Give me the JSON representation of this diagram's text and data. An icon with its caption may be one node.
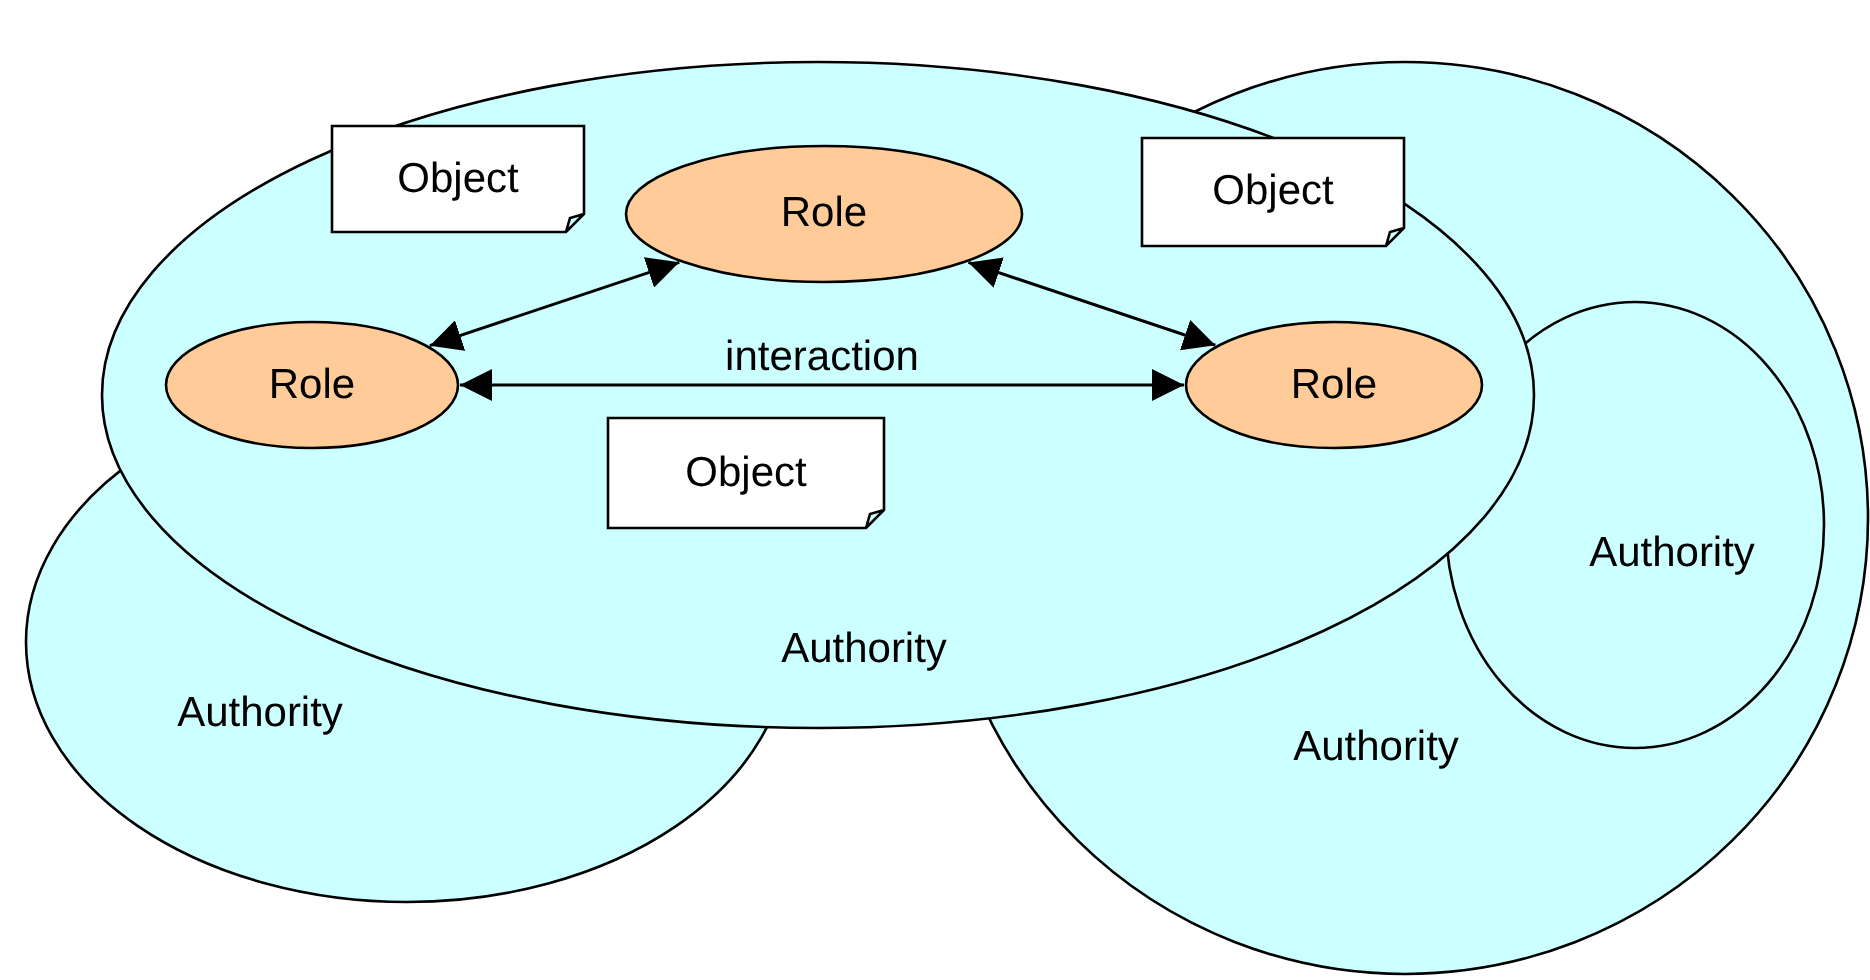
{
  "diagram": {
    "nodes": [
      {
        "text": [
          "Authority"
        ]
      },
      {
        "text": [
          "Object"
        ],
        "in": 0
      },
      {
        "text": [
          "Role"
        ],
        "in": 0
      },
      {
        "text": [
          "Object"
        ]
      },
      {
        "text": [
          "Role"
        ],
        "in": 0
      },
      {
        "text": [
          "Role"
        ]
      },
      {
        "text": [
          "Object"
        ],
        "in": 0
      },
      {
        "text": [
          "Authority"
        ]
      },
      {
        "text": [
          "Authority"
        ],
        "in": 7
      },
      {
        "text": [
          "Authority"
        ]
      }
    ],
    "edges": [
      {
        "from": 4,
        "to": 2,
        "arrow": "both"
      },
      {
        "from": 2,
        "to": 5,
        "arrow": "both"
      },
      {
        "from": 4,
        "to": 5,
        "arrow": "both",
        "label": "interaction"
      }
    ]
  }
}
